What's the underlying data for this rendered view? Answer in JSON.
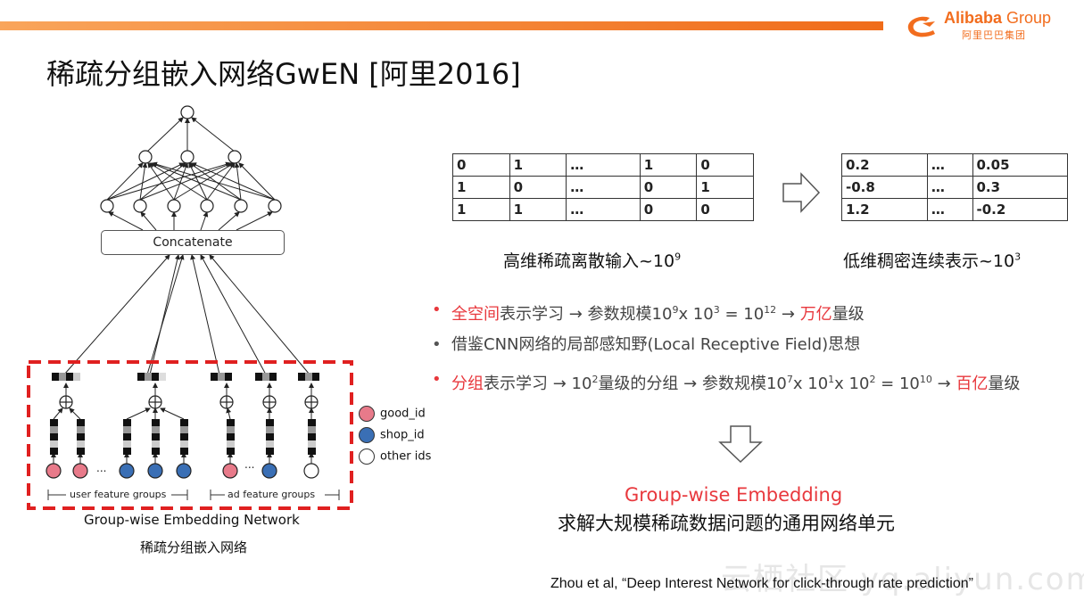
{
  "header": {
    "brand_en": "Alibaba",
    "brand_group": "Group",
    "brand_cn": "阿里巴巴集团",
    "title": "稀疏分组嵌入网络GwEN [阿里2016]"
  },
  "colors": {
    "accent": "#f26d1e",
    "red": "#e8383d",
    "pink": "#e87a8a",
    "blue": "#3a6fb5"
  },
  "diagram": {
    "concat_label": "Concatenate",
    "legend": [
      {
        "label": "good_id",
        "color": "#e87a8a"
      },
      {
        "label": "shop_id",
        "color": "#3a6fb5"
      },
      {
        "label": "other ids",
        "color": "#ffffff"
      }
    ],
    "user_groups_label": "user feature groups",
    "ad_groups_label": "ad feature groups",
    "ellipsis": "...",
    "caption_en": "Group-wise Embedding Network",
    "caption_cn": "稀疏分组嵌入网络"
  },
  "sparse_table": [
    [
      "0",
      "1",
      "…",
      "1",
      "0"
    ],
    [
      "1",
      "0",
      "…",
      "0",
      "1"
    ],
    [
      "1",
      "1",
      "…",
      "0",
      "0"
    ]
  ],
  "dense_table": [
    [
      "0.2",
      "…",
      "0.05"
    ],
    [
      "-0.8",
      "…",
      "0.3"
    ],
    [
      "1.2",
      "…",
      "-0.2"
    ]
  ],
  "sparse_caption": {
    "text": "高维稀疏离散输入~10",
    "exp": "9"
  },
  "dense_caption": {
    "text": "低维稠密连续表示~10",
    "exp": "3"
  },
  "bullets": {
    "b1_red": "全空间",
    "b1_mid": "表示学习 → 参数规模10",
    "b1_e1": "9",
    "b1_x": "x 10",
    "b1_e2": "3",
    "b1_eq": " = 10",
    "b1_e3": "12",
    "b1_arrow": " → ",
    "b1_red2": "万亿",
    "b1_end": "量级",
    "b2": "借鉴CNN网络的局部感知野(Local Receptive Field)思想",
    "b3_red": "分组",
    "b3_mid": "表示学习 → 10",
    "b3_e1": "2",
    "b3_mid2": "量级的分组 → 参数规模10",
    "b3_e2": "7",
    "b3_x": "x 10",
    "b3_e3": "1",
    "b3_x2": "x 10",
    "b3_e4": "2",
    "b3_eq": " = 10",
    "b3_e5": "10",
    "b3_arrow": " → ",
    "b3_red2": "百亿",
    "b3_end": "量级"
  },
  "conclusion": {
    "title": "Group-wise Embedding",
    "subtitle": "求解大规模稀疏数据问题的通用网络单元"
  },
  "citation": "Zhou et al,  “Deep Interest Network for click-through rate prediction”",
  "watermark": "云栖社区 yq.aliyun.com"
}
